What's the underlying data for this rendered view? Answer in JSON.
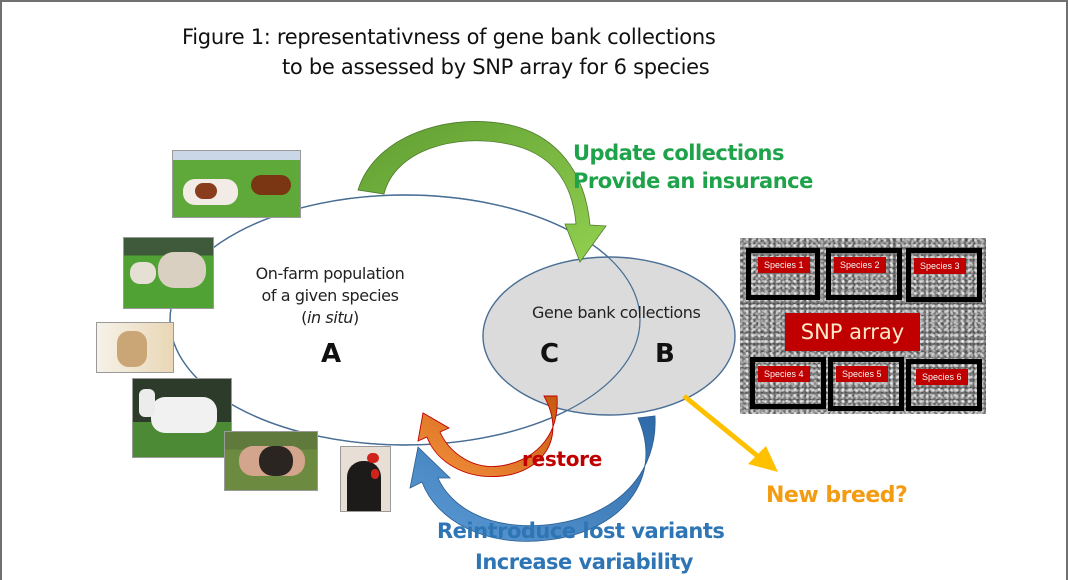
{
  "title": {
    "line1": "Figure 1: representativness of gene bank collections",
    "line2": "to be assessed by SNP array for 6 species"
  },
  "oval_a": {
    "line1": "On-farm population",
    "line2": "of a given species",
    "line3_prefix": "(",
    "line3_italic": "in situ",
    "line3_suffix": ")",
    "letter": "A"
  },
  "oval_b": {
    "label": "Gene bank collections",
    "letter_c": "C",
    "letter_b": "B"
  },
  "arrows": {
    "update": {
      "line1": "Update collections",
      "line2": "Provide an insurance",
      "color": "#70ad47"
    },
    "restore": {
      "label": "restore",
      "color": "#c00000"
    },
    "reintroduce": {
      "line1": "Reintroduce lost variants",
      "line2": "Increase variability",
      "color": "#2e75b6"
    },
    "new_breed": {
      "label": "New breed?",
      "color": "#ffc000"
    }
  },
  "snp_array": {
    "label": "SNP array",
    "species": [
      "Species 1",
      "Species 2",
      "Species 3",
      "Species 4",
      "Species 5",
      "Species 6"
    ]
  },
  "photos": [
    "cattle",
    "sheep",
    "goat",
    "horse",
    "pig",
    "chicken"
  ]
}
